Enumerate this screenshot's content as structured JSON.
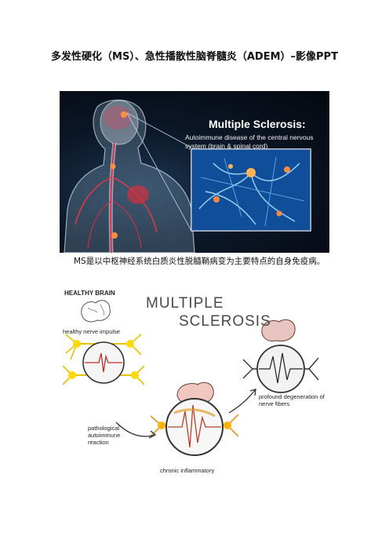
{
  "document": {
    "title": "多发性硬化（MS）、急性播散性脑脊髓炎（ADEM）–影像PPT",
    "paragraph": "MS是以中枢神经系统白质炎性脱髓鞘病变为主要特点的自身免疫病。"
  },
  "figure1": {
    "heading": "Multiple Sclerosis:",
    "subheading": "Autoimmune disease of the central nervous system (brain & spinal cord)"
  },
  "figure2": {
    "healthy_brain": "HEALTHY BRAIN",
    "healthy_impulse": "healthy nerve impulse",
    "heading_line1": "MULTIPLE",
    "heading_line2": "SCLEROSIS",
    "pathological": "pathological autoimmune reaction",
    "degeneration": "profound degeneration of nerve fibers",
    "chronic": "chronic inflammatory"
  }
}
